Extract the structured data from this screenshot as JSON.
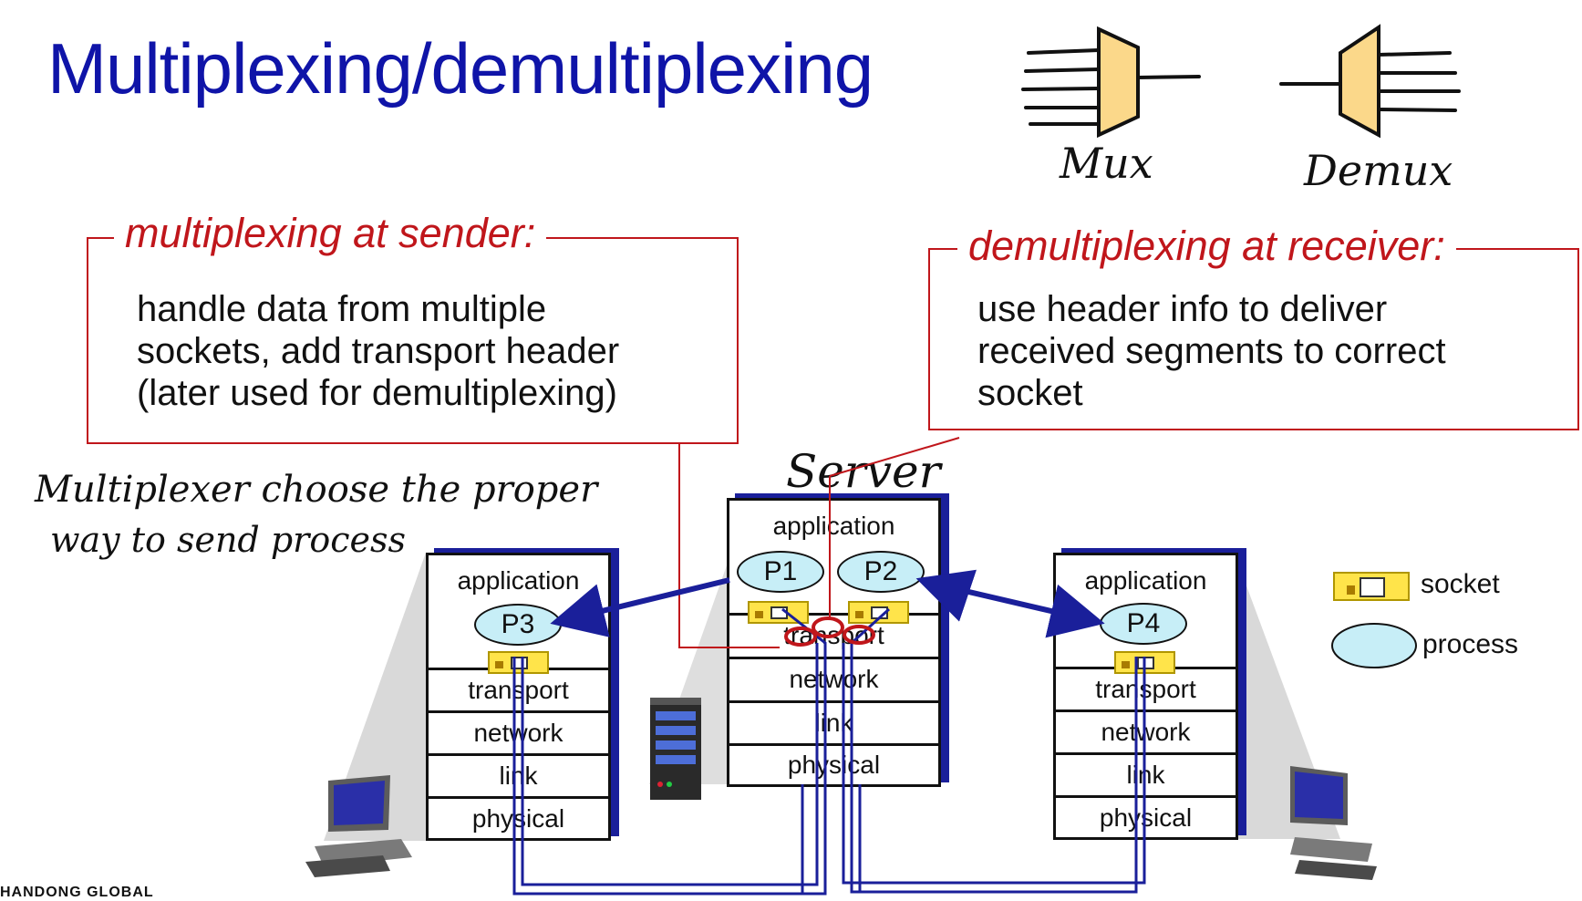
{
  "slide": {
    "title": "Multiplexing/demultiplexing"
  },
  "sender_callout": {
    "heading": "multiplexing at sender:",
    "lines": [
      "handle data from multiple",
      "sockets, add transport header",
      "(later used for demultiplexing)"
    ]
  },
  "receiver_callout": {
    "heading": "demultiplexing at receiver:",
    "lines": [
      "use header info to deliver",
      "received segments to correct",
      "socket"
    ]
  },
  "handwriting": {
    "mux_label": "Mux",
    "demux_label": "Demux",
    "server_label": "Server",
    "note_line1": "Multiplexer choose the proper",
    "note_line2": "way to send process"
  },
  "hosts": {
    "left": {
      "layers": [
        "application",
        "transport",
        "network",
        "link",
        "physical"
      ],
      "process": "P3"
    },
    "server": {
      "layers": [
        "application",
        "transport",
        "network",
        "link",
        "physical"
      ],
      "processes": [
        "P1",
        "P2"
      ]
    },
    "right": {
      "layers": [
        "application",
        "transport",
        "network",
        "link",
        "physical"
      ],
      "process": "P4"
    }
  },
  "legend": {
    "socket_label": "socket",
    "process_label": "process"
  },
  "footer": {
    "text": "HANDONG GLOBAL"
  },
  "colors": {
    "title": "#0f14a8",
    "callout": "#c0161b",
    "process_fill": "#c7eef7",
    "socket_fill": "#ffe44a",
    "link_lines": "#1a1f9a"
  },
  "icons": [
    "mux-icon",
    "demux-icon",
    "desktop-computer-icon",
    "server-tower-icon"
  ]
}
